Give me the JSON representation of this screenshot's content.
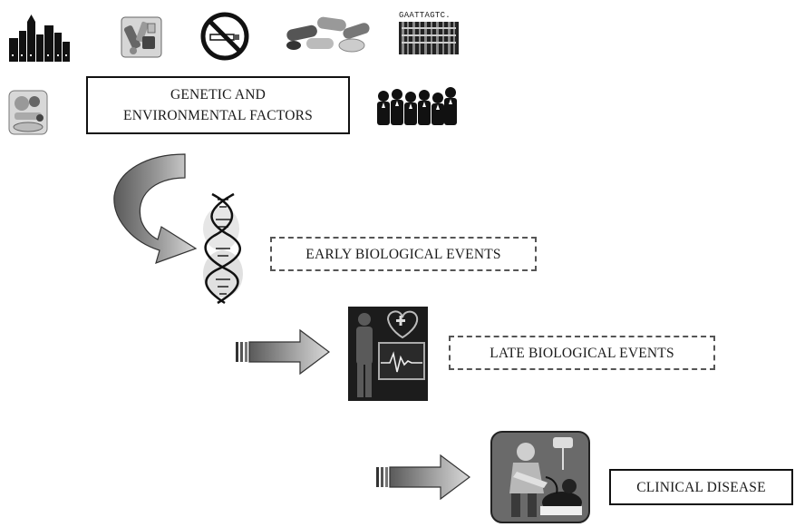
{
  "diagram": {
    "stages": [
      {
        "id": "genetic",
        "text_line1": "GENETIC AND",
        "text_line2": "ENVIRONMENTAL FACTORS",
        "border": "solid"
      },
      {
        "id": "early",
        "text": "EARLY BIOLOGICAL EVENTS",
        "border": "dashed"
      },
      {
        "id": "late",
        "text": "LATE BIOLOGICAL EVENTS",
        "border": "dashed"
      },
      {
        "id": "clinical",
        "text": "CLINICAL DISEASE",
        "border": "solid"
      }
    ],
    "dna_sequence_text": "GAATTAGTC.",
    "factor_icons": [
      "city-skyline-icon",
      "lab-equipment-icon",
      "no-smoking-icon",
      "pills-icon",
      "dna-gel-icon",
      "food-plate-icon",
      "people-group-icon"
    ],
    "stage_icons": [
      "dna-helix-icon",
      "heart-monitor-icon",
      "doctor-patient-icon"
    ],
    "colors": {
      "arrow_gradient_dark": "#5a5a5a",
      "arrow_gradient_light": "#d8d8d8",
      "ink": "#111111"
    }
  }
}
